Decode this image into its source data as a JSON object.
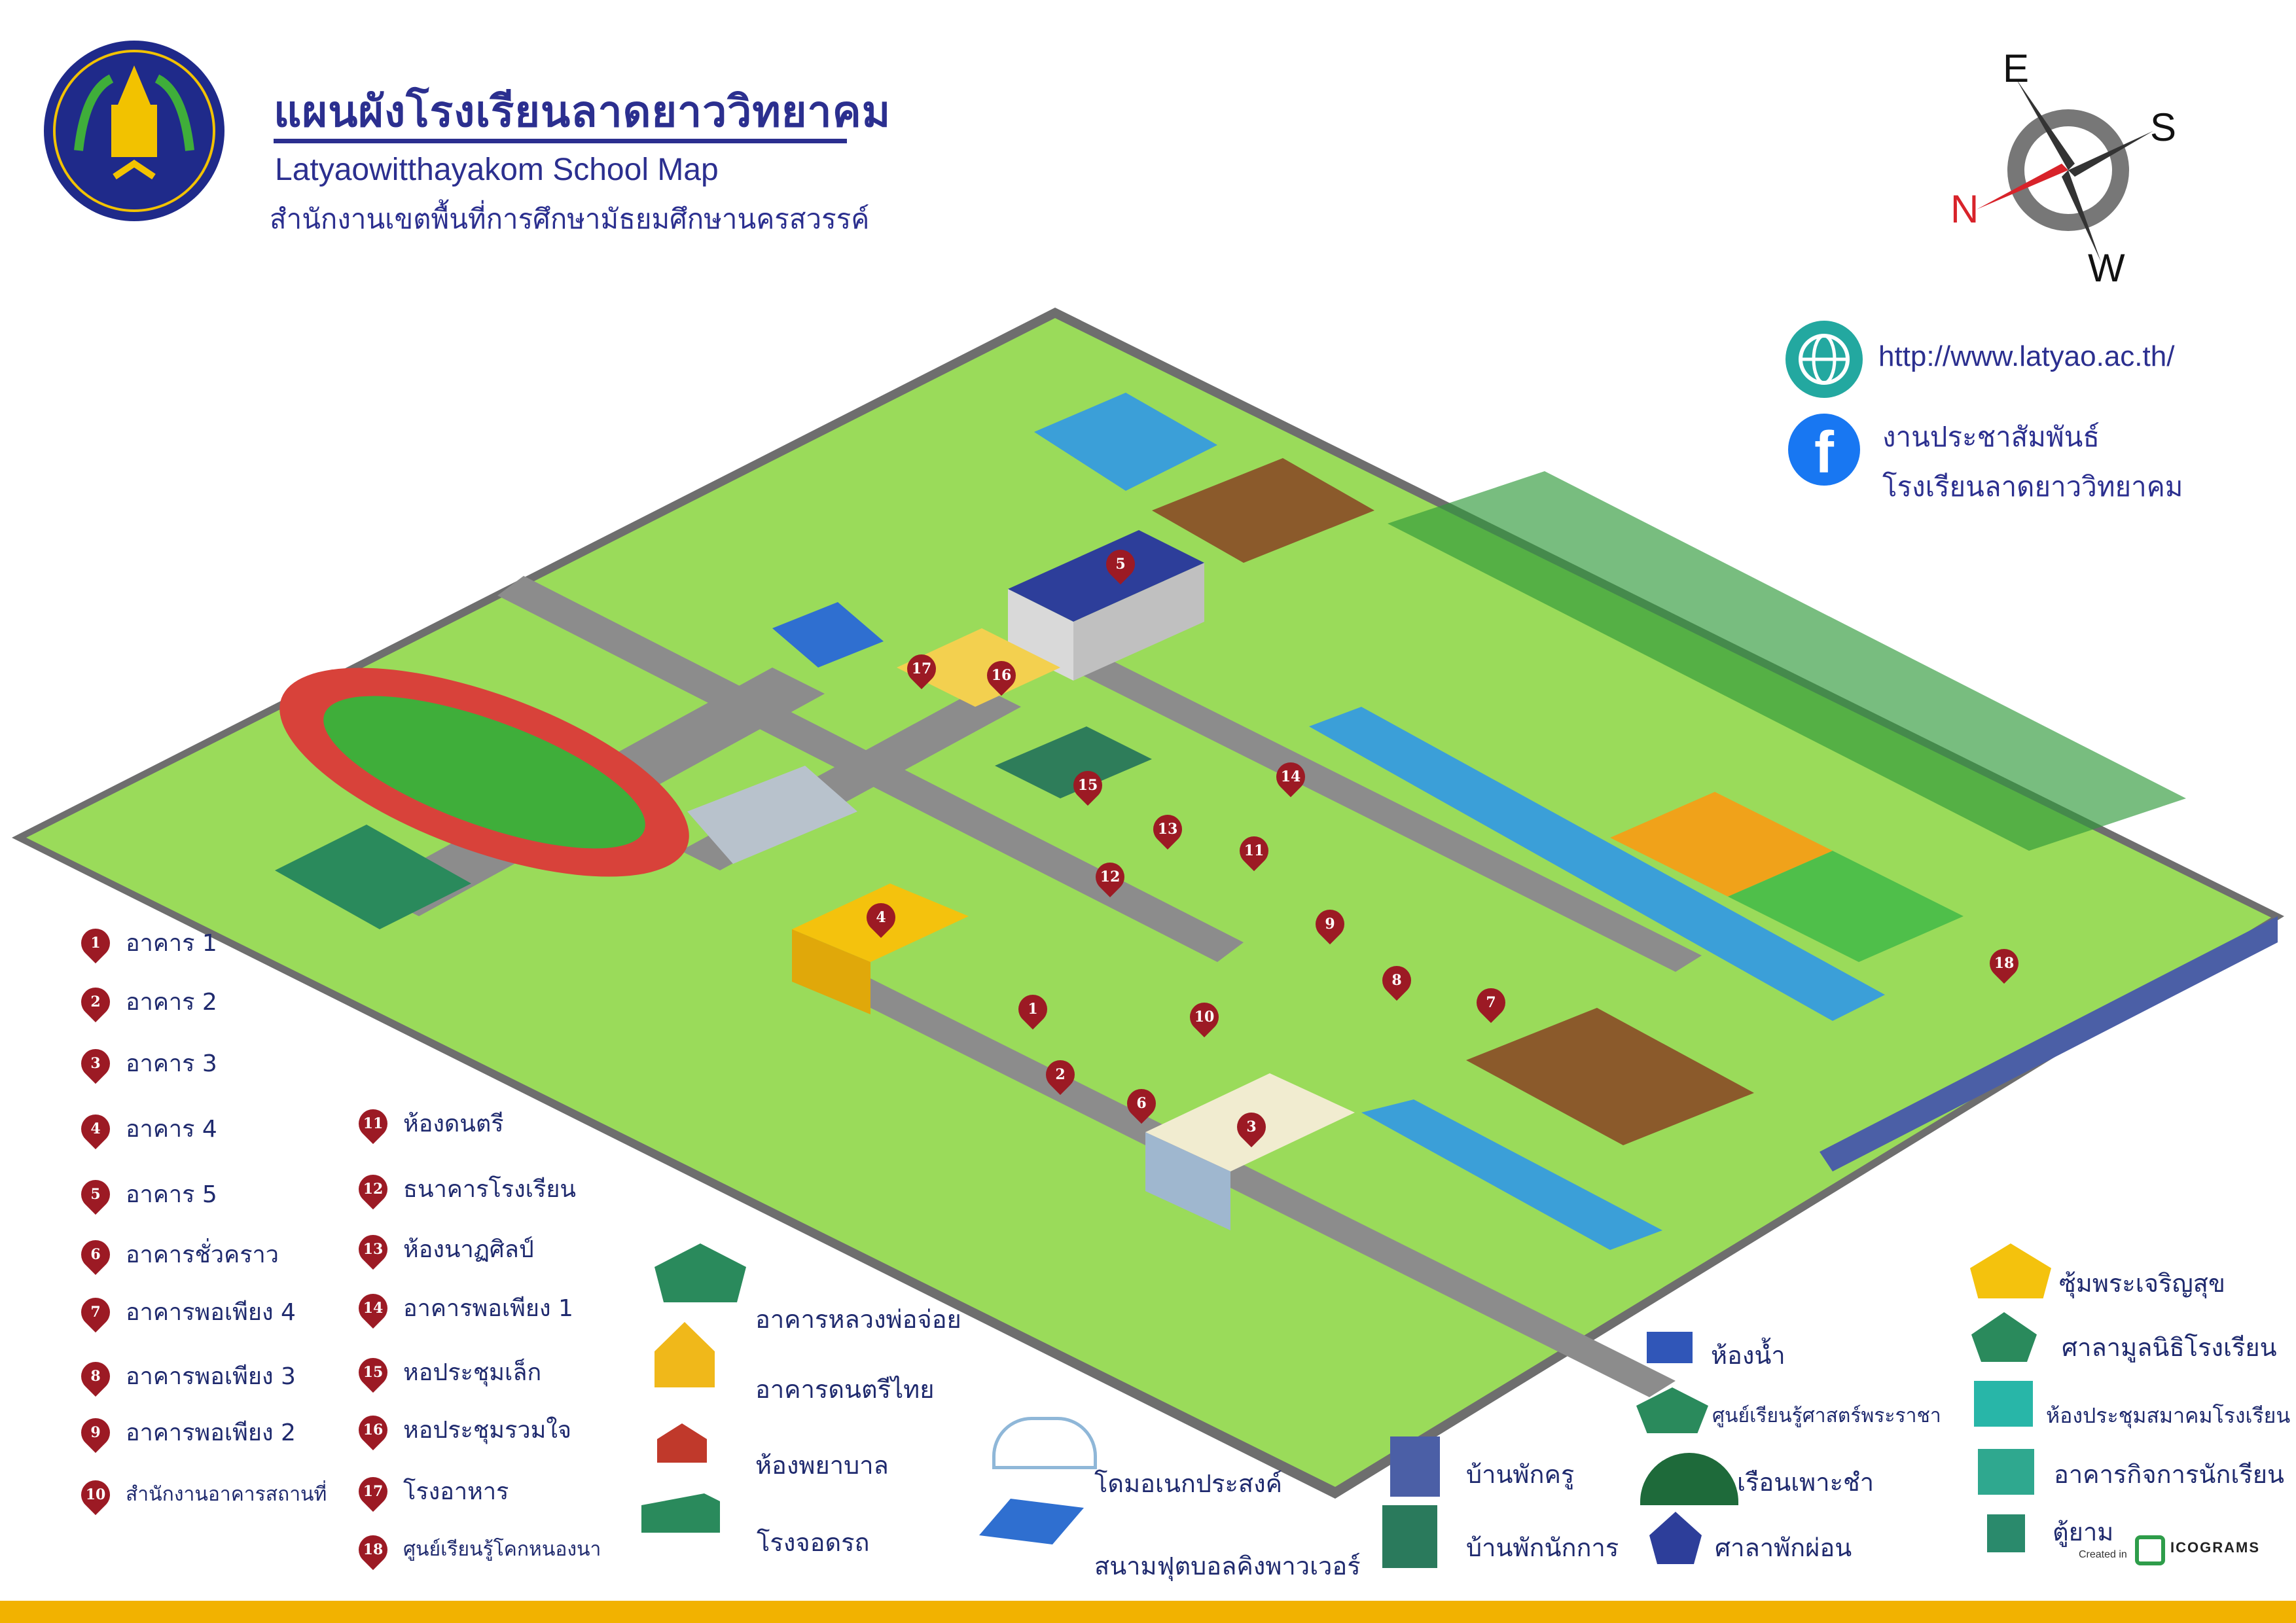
{
  "header": {
    "title_th": "แผนผังโรงเรียนลาดยาววิทยาคม",
    "title_en": "Latyaowitthayakom School Map",
    "subtitle": "สำนักงานเขตพื้นที่การศึกษามัธยมศึกษานครสวรรค์"
  },
  "compass": {
    "north": "N",
    "east": "E",
    "south": "S",
    "west": "W"
  },
  "contact": {
    "website": "http://www.latyao.ac.th/",
    "facebook_line1": "งานประชาสัมพันธ์",
    "facebook_line2": "โรงเรียนลาดยาววิทยาคม"
  },
  "colors": {
    "brand": "#2b2f8f",
    "marker": "#9c1a24",
    "grass": "#8fd14f",
    "road": "#8c8c8c",
    "water": "#3b9fd8",
    "bar": "#f2b200"
  },
  "numbered_legend": [
    {
      "num": "1",
      "label": "อาคาร 1"
    },
    {
      "num": "2",
      "label": "อาคาร 2"
    },
    {
      "num": "3",
      "label": "อาคาร 3"
    },
    {
      "num": "4",
      "label": "อาคาร 4"
    },
    {
      "num": "5",
      "label": "อาคาร 5"
    },
    {
      "num": "6",
      "label": "อาคารชั่วคราว"
    },
    {
      "num": "7",
      "label": "อาคารพอเพียง 4"
    },
    {
      "num": "8",
      "label": "อาคารพอเพียง 3"
    },
    {
      "num": "9",
      "label": "อาคารพอเพียง 2"
    },
    {
      "num": "10",
      "label": "สำนักงานอาคารสถานที่"
    },
    {
      "num": "11",
      "label": "ห้องดนตรี"
    },
    {
      "num": "12",
      "label": "ธนาคารโรงเรียน"
    },
    {
      "num": "13",
      "label": "ห้องนาฏศิลป์"
    },
    {
      "num": "14",
      "label": "อาคารพอเพียง 1"
    },
    {
      "num": "15",
      "label": "หอประชุมเล็ก"
    },
    {
      "num": "16",
      "label": "หอประชุมรวมใจ"
    },
    {
      "num": "17",
      "label": "โรงอาหาร"
    },
    {
      "num": "18",
      "label": "ศูนย์เรียนรู้โคกหนองนา"
    }
  ],
  "icon_legend": {
    "luang_por_joi": "อาคารหลวงพ่อจ่อย",
    "thai_music": "อาคารดนตรีไทย",
    "infirmary": "ห้องพยาบาล",
    "parking": "โรงจอดรถ",
    "dome": "โดมอเนกประสงค์",
    "futsal": "สนามฟุตบอลคิงพาวเวอร์",
    "restroom": "ห้องน้ำ",
    "teacher_house": "บ้านพักครู",
    "janitor_house": "บ้านพักนักการ",
    "royal_science_center": "ศูนย์เรียนรู้ศาสตร์พระราชา",
    "nursery": "เรือนเพาะชำ",
    "rest_pavilion": "ศาลาพักผ่อน",
    "arch": "ซุ้มพระเจริญสุข",
    "foundation_pavilion": "ศาลามูลนิธิโรงเรียน",
    "association_hall": "ห้องประชุมสมาคมโรงเรียน",
    "student_affairs": "อาคารกิจการนักเรียน",
    "guard_booth": "ตู้ยาม"
  },
  "credit": {
    "created_in": "Created in",
    "brand": "ICOGRAMS"
  }
}
